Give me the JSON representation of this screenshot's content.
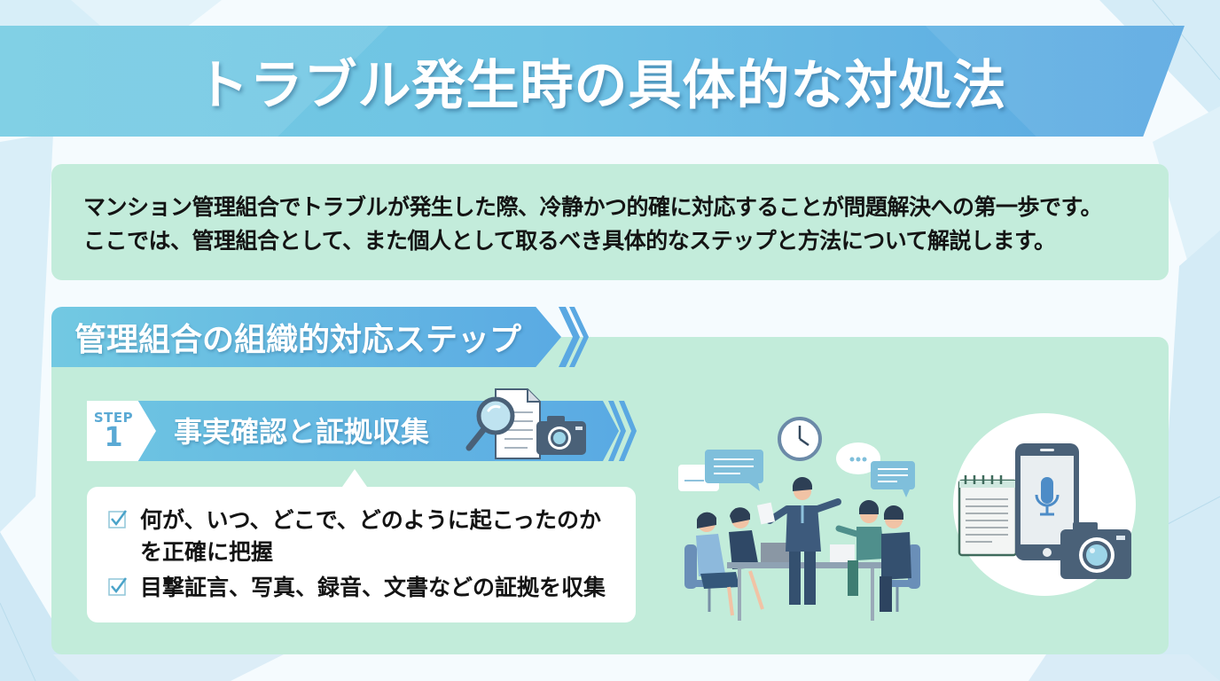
{
  "title": "トラブル発生時の具体的な対処法",
  "intro": {
    "lines": [
      "マンション管理組合でトラブルが発生した際、冷静かつ的確に対応することが問題解決への第一歩です。",
      "ここでは、管理組合として、また個人として取るべき具体的なステップと方法について解説します。"
    ]
  },
  "section": {
    "title": "管理組合の組織的対応ステップ"
  },
  "step": {
    "label": "STEP",
    "number": "1",
    "title": "事実確認と証拠収集",
    "icon": "magnifier-document-camera-icon",
    "bullets": [
      "何が、いつ、どこで、どのように起こったのかを正確に把握",
      "目撃証言、写真、録音、文書などの証拠を収集"
    ]
  },
  "illustrations": {
    "meeting": "team-meeting-illustration",
    "tools": "notebook-phone-recorder-camera-illustration"
  },
  "colors": {
    "banner_start": "#73cbe2",
    "banner_end": "#5aa8e2",
    "mint_panel": "#c2ecda",
    "step_accent": "#5aa9d4",
    "text": "#141414",
    "icon_dark": "#4a6178"
  }
}
